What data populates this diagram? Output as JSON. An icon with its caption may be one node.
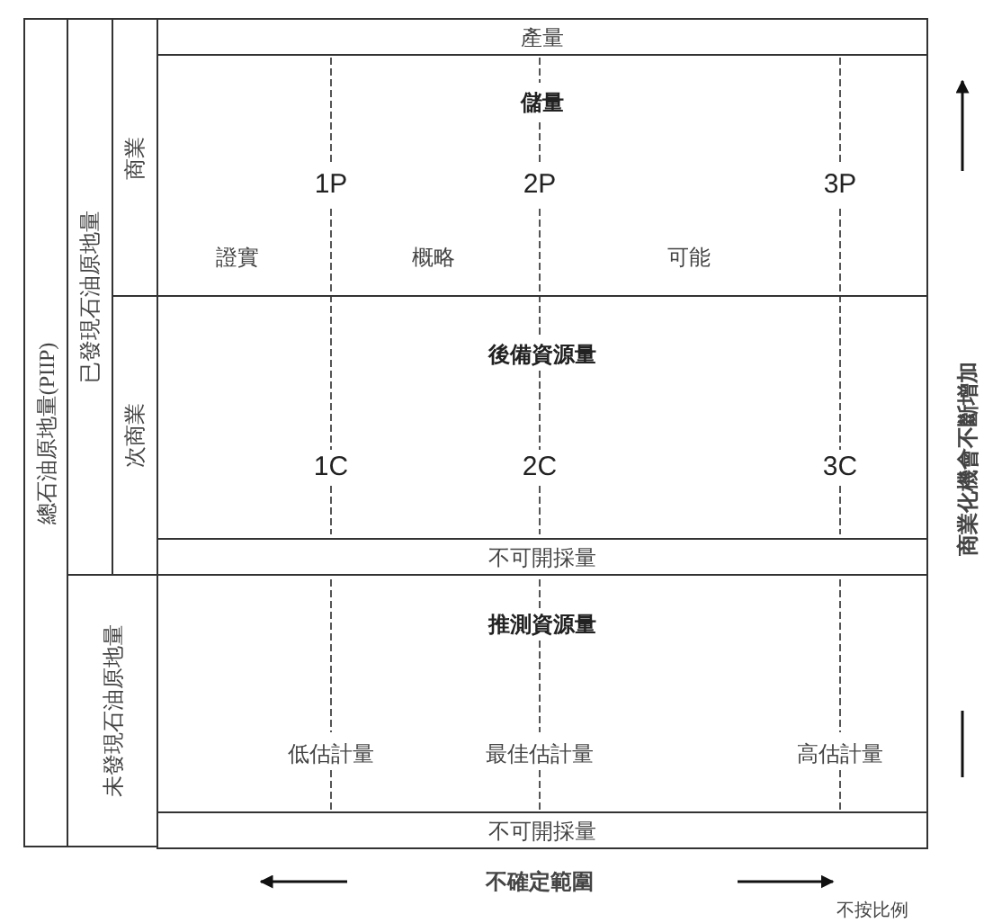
{
  "diagram": {
    "nodes": [
      {
        "text": [
          "總石油原地量(PIIP)"
        ]
      },
      {
        "text": [
          "已發現石油原地量"
        ]
      },
      {
        "text": [
          "商業"
        ]
      },
      {
        "text": [
          "次商業"
        ]
      },
      {
        "text": [
          "未發現石油原地量"
        ]
      },
      {
        "text": [
          "產量"
        ]
      },
      {
        "text": [
          "儲量"
        ]
      },
      {
        "text": [
          "後備資源量"
        ]
      },
      {
        "text": [
          "不可開採量"
        ]
      },
      {
        "text": [
          "推測資源量"
        ]
      },
      {
        "text": [
          "不可開採量"
        ]
      }
    ],
    "labels": [
      "1P",
      "2P",
      "3P",
      "證實",
      "概略",
      "可能",
      "1C",
      "2C",
      "3C",
      "低估計量",
      "最佳估計量",
      "高估計量",
      "不確定範圍",
      "商業化機會不斷增加",
      "不按比例"
    ]
  }
}
